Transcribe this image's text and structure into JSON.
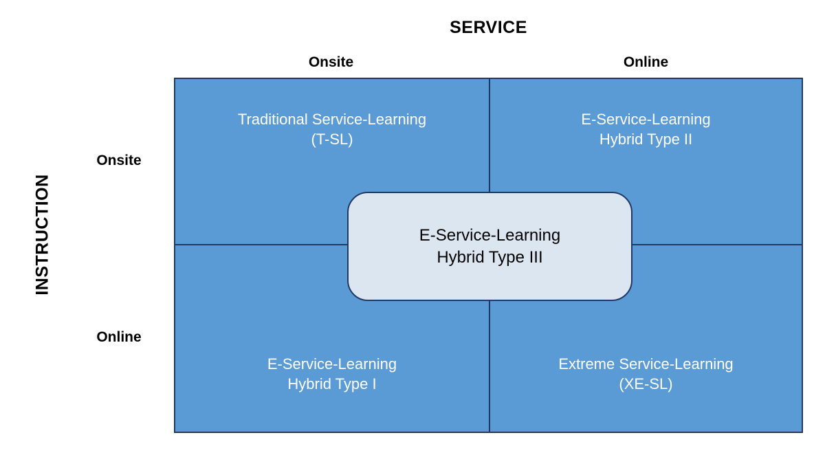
{
  "diagram": {
    "axes": {
      "horizontal_title": "SERVICE",
      "vertical_title": "INSTRUCTION",
      "column_headers": [
        "Onsite",
        "Online"
      ],
      "row_headers": [
        "Onsite",
        "Online"
      ]
    },
    "colors": {
      "quadrant_fill": "#5b9bd5",
      "grid_border": "#1f3864",
      "center_box_fill": "#dce6f1",
      "center_box_border": "#1f3864",
      "quadrant_text": "#ffffff",
      "label_text": "#000000",
      "page_background": "#ffffff"
    },
    "quadrants": [
      {
        "position": "top-left",
        "instruction": "Onsite",
        "service": "Onsite",
        "line1": "Traditional Service-Learning",
        "line2": "(T-SL)"
      },
      {
        "position": "top-right",
        "instruction": "Onsite",
        "service": "Online",
        "line1": "E-Service-Learning",
        "line2": "Hybrid Type II"
      },
      {
        "position": "bottom-left",
        "instruction": "Online",
        "service": "Onsite",
        "line1": "E-Service-Learning",
        "line2": "Hybrid Type I"
      },
      {
        "position": "bottom-right",
        "instruction": "Online",
        "service": "Online",
        "line1": "Extreme Service-Learning",
        "line2": "(XE-SL)"
      }
    ],
    "center_box": {
      "line1": "E-Service-Learning",
      "line2": "Hybrid Type III"
    }
  }
}
